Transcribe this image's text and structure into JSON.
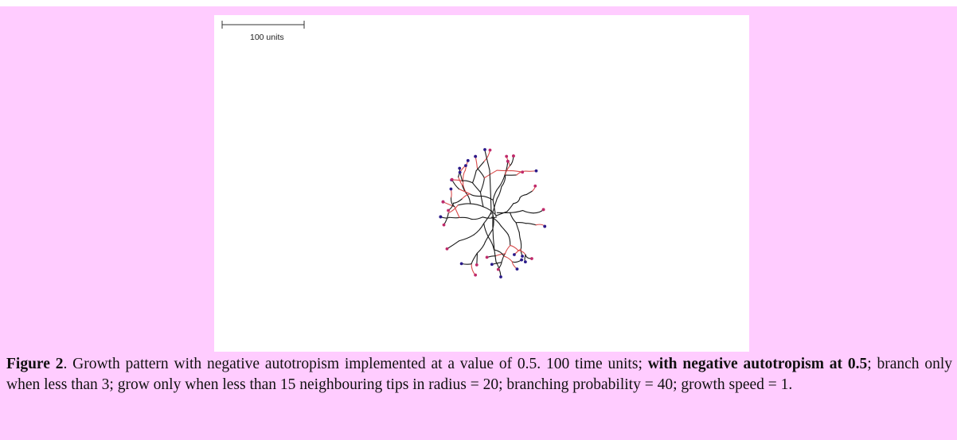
{
  "figure": {
    "scale_bar_label": "100 units",
    "branch_color": "#1a1a1a",
    "new_branch_color": "#d84a4a",
    "tip_color": "#2a1a8a",
    "new_tip_color": "#c02a6a"
  },
  "caption": {
    "label": "Figure 2",
    "part1": ". Growth pattern with negative autotropism implemented at a value of 0.5. 100 time units; ",
    "emphasis": "with negative autotropism at 0.5",
    "part2": "; branch only when less than 3; grow only when less than 15 neighbouring tips in radius = 20; branching probability = 40; growth speed = 1."
  }
}
